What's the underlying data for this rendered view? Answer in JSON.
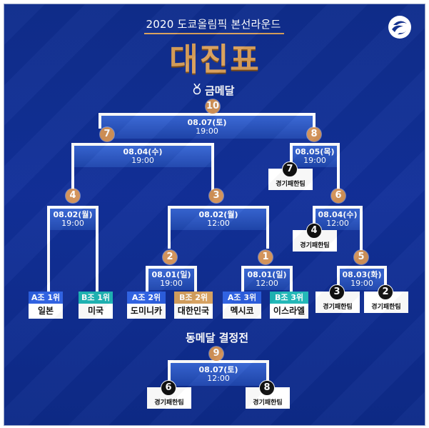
{
  "header": {
    "subtitle": "2020 도쿄올림픽 본선라운드",
    "title": "대진표"
  },
  "gold_label": "금메달",
  "bronze_label": "동메달 결정전",
  "colors": {
    "accent": "#d29258",
    "group_a": "#2c5fe0",
    "group_b": "#1fb6b6",
    "group_b2": "#d6a05e"
  },
  "circles": {
    "c10": "10",
    "c7": "7",
    "c8": "8",
    "c4": "4",
    "c3": "3",
    "c6": "6",
    "c2": "2",
    "c1": "1",
    "c5": "5",
    "c9": "9"
  },
  "matches": {
    "final": {
      "date": "08.07(토)",
      "time": "19:00"
    },
    "m7": {
      "date": "08.04(수)",
      "time": "19:00"
    },
    "m8": {
      "date": "08.05(목)",
      "time": "19:00"
    },
    "m4": {
      "date": "08.02(월)",
      "time": "19:00"
    },
    "m3": {
      "date": "08.02(월)",
      "time": "12:00"
    },
    "m6": {
      "date": "08.04(수)",
      "time": "12:00"
    },
    "m2": {
      "date": "08.01(일)",
      "time": "19:00"
    },
    "m1": {
      "date": "08.01(일)",
      "time": "12:00"
    },
    "m5": {
      "date": "08.03(화)",
      "time": "19:00"
    },
    "bronze": {
      "date": "08.07(토)",
      "time": "12:00"
    }
  },
  "teams": [
    {
      "group": "A조 1위",
      "name": "일본"
    },
    {
      "group": "B조 1위",
      "name": "미국"
    },
    {
      "group": "A조 2위",
      "name": "도미니카"
    },
    {
      "group": "B조 2위",
      "name": "대한민국"
    },
    {
      "group": "A조 3위",
      "name": "멕시코"
    },
    {
      "group": "B조 3위",
      "name": "이스라엘"
    }
  ],
  "loser_cards": {
    "l7": {
      "num": "7",
      "label": "경기패한팀"
    },
    "l4": {
      "num": "4",
      "label": "경기패한팀"
    },
    "l3": {
      "num": "3",
      "label": "경기패한팀"
    },
    "l2": {
      "num": "2",
      "label": "경기패한팀"
    },
    "l6": {
      "num": "6",
      "label": "경기패한팀"
    },
    "l8": {
      "num": "8",
      "label": "경기패한팀"
    }
  }
}
